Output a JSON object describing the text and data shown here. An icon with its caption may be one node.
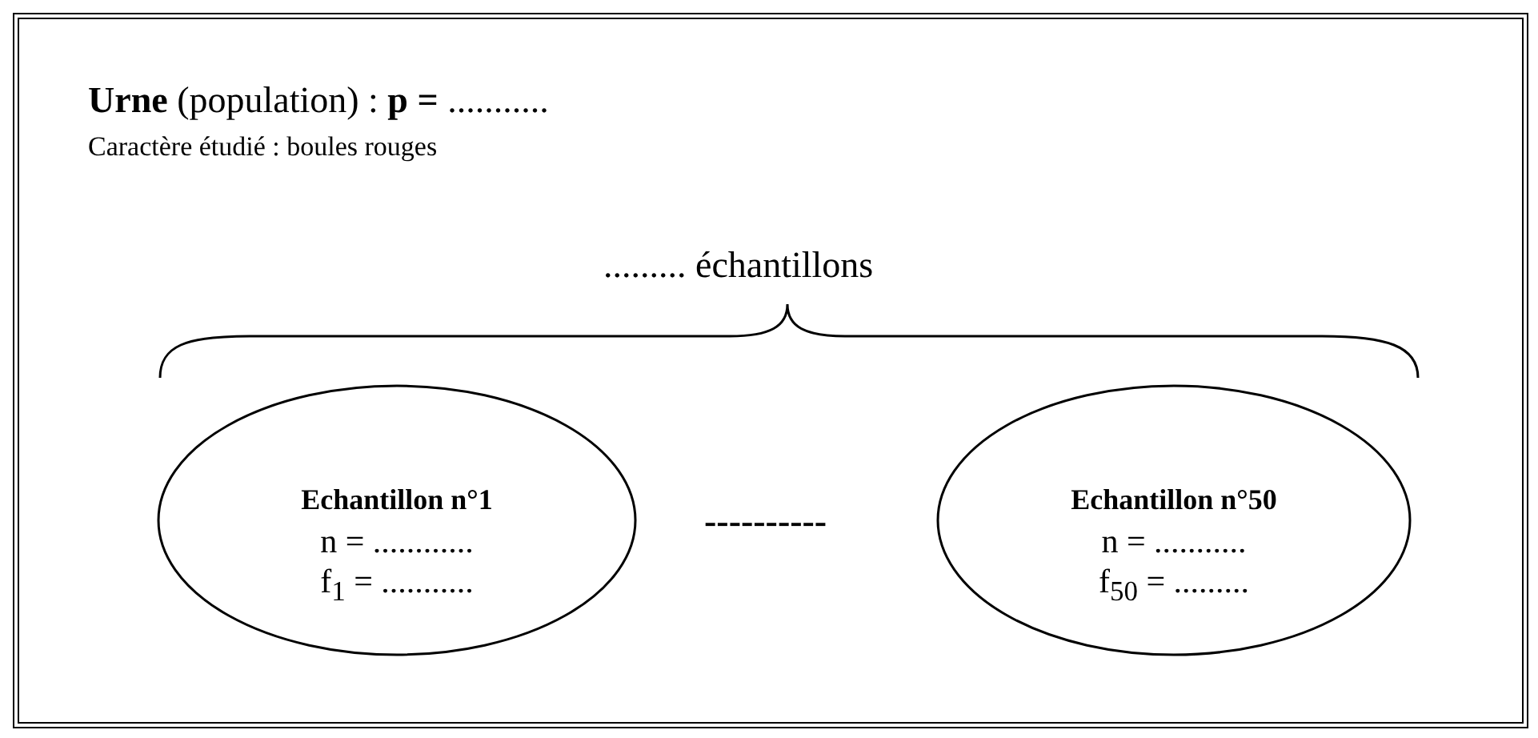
{
  "diagram": {
    "nodes": [
      {
        "text": [
          "Echantillon n°1",
          "n = ............",
          "f$_{1}$ =  ..........."
        ]
      },
      {
        "text": [
          "Echantillon n°50",
          "n =  ...........",
          "f$_{50}$ =  ........."
        ]
      }
    ],
    "labels": [
      "**Urne** (population) : **p =**  ...........",
      "Caractère étudié : boules rouges",
      "......... échantillons",
      "----------"
    ]
  }
}
